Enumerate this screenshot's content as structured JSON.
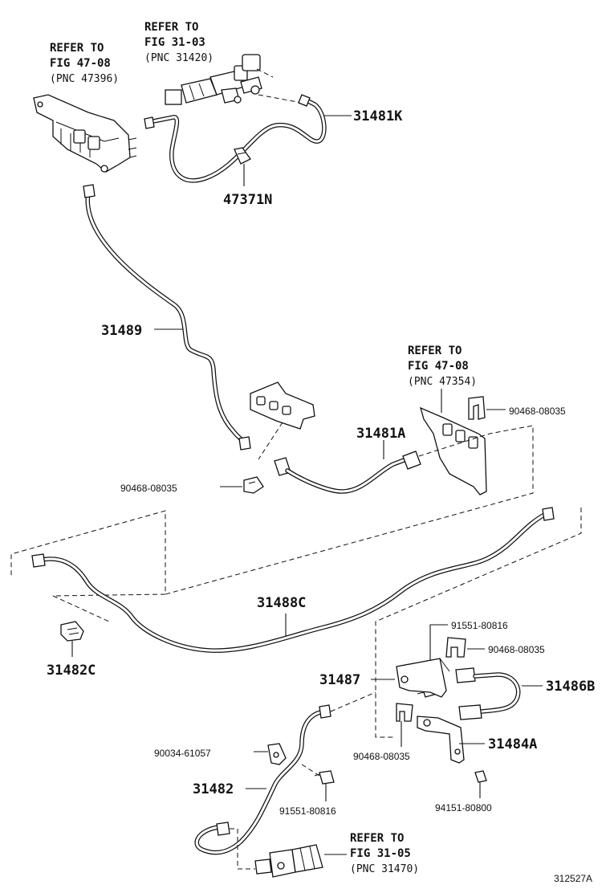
{
  "refs": {
    "fig4708_top": {
      "line1": "REFER TO",
      "line2": "FIG 47-08",
      "line3": "(PNC 47396)"
    },
    "fig3103": {
      "line1": "REFER TO",
      "line2": "FIG 31-03",
      "line3": "(PNC 31420)"
    },
    "fig4708_mid": {
      "line1": "REFER TO",
      "line2": "FIG 47-08",
      "line3": "(PNC 47354)"
    },
    "fig3105": {
      "line1": "REFER TO",
      "line2": "FIG 31-05",
      "line3": "(PNC 31470)"
    }
  },
  "parts": {
    "p31481K": "31481K",
    "p47371N": "47371N",
    "p31489": "31489",
    "p31481A": "31481A",
    "p90468_a": "90468-08035",
    "p90468_b": "90468-08035",
    "p31488C": "31488C",
    "p31482C": "31482C",
    "p91551_a": "91551-80816",
    "p90468_c": "90468-08035",
    "p31487": "31487",
    "p31486B": "31486B",
    "p31484A": "31484A",
    "p90468_d": "90468-08035",
    "p90034": "90034-61057",
    "p31482": "31482",
    "p91551_b": "91551-80816",
    "p94151": "94151-80800"
  },
  "diagram_code": "312527A"
}
